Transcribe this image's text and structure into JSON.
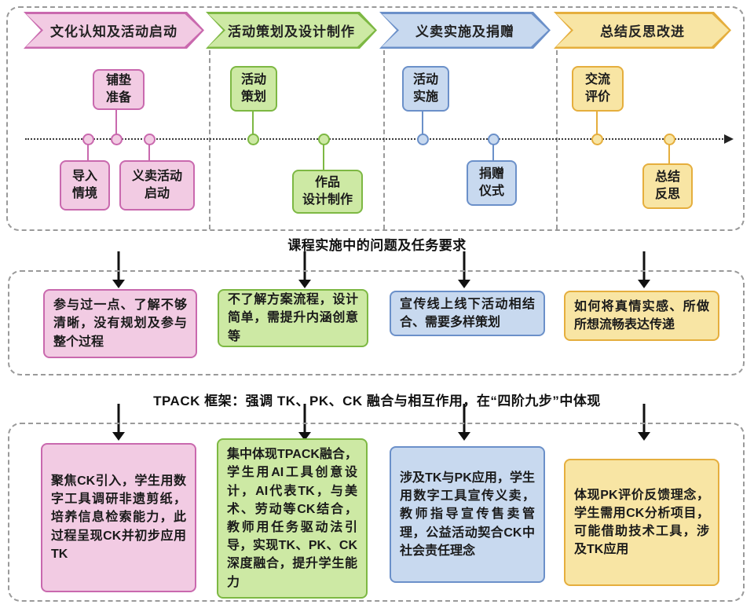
{
  "colors": {
    "pink_fill": "#f2cbe3",
    "pink_border": "#c969ae",
    "green_fill": "#cde9a4",
    "green_border": "#7db843",
    "blue_fill": "#c8d9ef",
    "blue_border": "#6b90c9",
    "yellow_fill": "#f8e5a4",
    "yellow_border": "#e5ae3d",
    "arrow": "#111111",
    "dash_border": "#9a9a9a",
    "text": "#1a1a1a"
  },
  "phases": [
    {
      "banner": "文化认知及活动启动",
      "top_steps": [
        "铺垫\n准备"
      ],
      "bottom_steps": [
        "导入\n情境",
        "义卖活动\n启动"
      ]
    },
    {
      "banner": "活动策划及设计制作",
      "top_steps": [
        "活动\n策划"
      ],
      "bottom_steps": [
        "作品\n设计制作"
      ]
    },
    {
      "banner": "义卖实施及捐赠",
      "top_steps": [
        "活动\n实施"
      ],
      "bottom_steps": [
        "捐赠\n仪式"
      ]
    },
    {
      "banner": "总结反思改进",
      "top_steps": [
        "交流\n评价"
      ],
      "bottom_steps": [
        "总结\n反思"
      ]
    }
  ],
  "headings": {
    "problems": "课程实施中的问题及任务要求",
    "tpack": "TPACK 框架：强调 TK、PK、CK 融合与相互作用，在“四阶九步”中体现"
  },
  "problems": [
    "参与过一点、了解不够清晰，没有规划及参与整个过程",
    "不了解方案流程，设计简单，需提升内涵创意等",
    "宣传线上线下活动相结合、需要多样策划",
    "如何将真情实感、所做所想流畅表达传递"
  ],
  "tpack": [
    "聚焦CK引入，学生用数字工具调研非遗剪纸，培养信息检索能力，此过程呈现CK并初步应用 TK",
    "集中体现TPACK融合，学生用AI工具创意设计，AI代表TK，与美术、劳动等CK结合，教师用任务驱动法引导，实现TK、PK、CK深度融合，提升学生能力",
    "涉及TK与PK应用，学生用数字工具宣传义卖，教师指导宣传售卖管理，公益活动契合CK中社会责任理念",
    "体现PK评价反馈理念，学生需用CK分析项目，可能借助技术工具，涉及TK应用"
  ]
}
